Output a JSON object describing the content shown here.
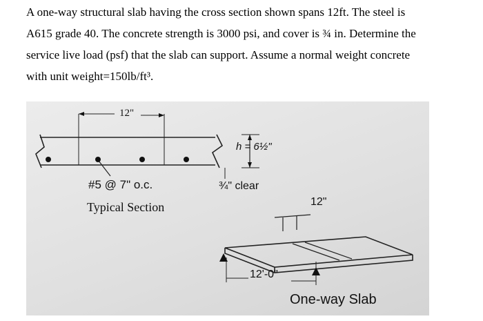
{
  "problem": {
    "lines": [
      "A one-way structural slab having the cross section shown spans 12ft. The steel is",
      "A615 grade 40. The concrete strength is 3000 psi, and cover is ¾ in. Determine the",
      "service live load (psf) that the slab can support. Assume a normal weight concrete",
      "with unit weight=150lb/ft³."
    ]
  },
  "figure": {
    "dim_top": "12\"",
    "thickness": "h = 6½\"",
    "bars": "#5 @ 7\" o.c.",
    "section_title": "Typical Section",
    "cover": "¾\" clear",
    "width_dim": "12\"",
    "span_dim": "12'-0\"",
    "slab_title": "One-way Slab"
  }
}
